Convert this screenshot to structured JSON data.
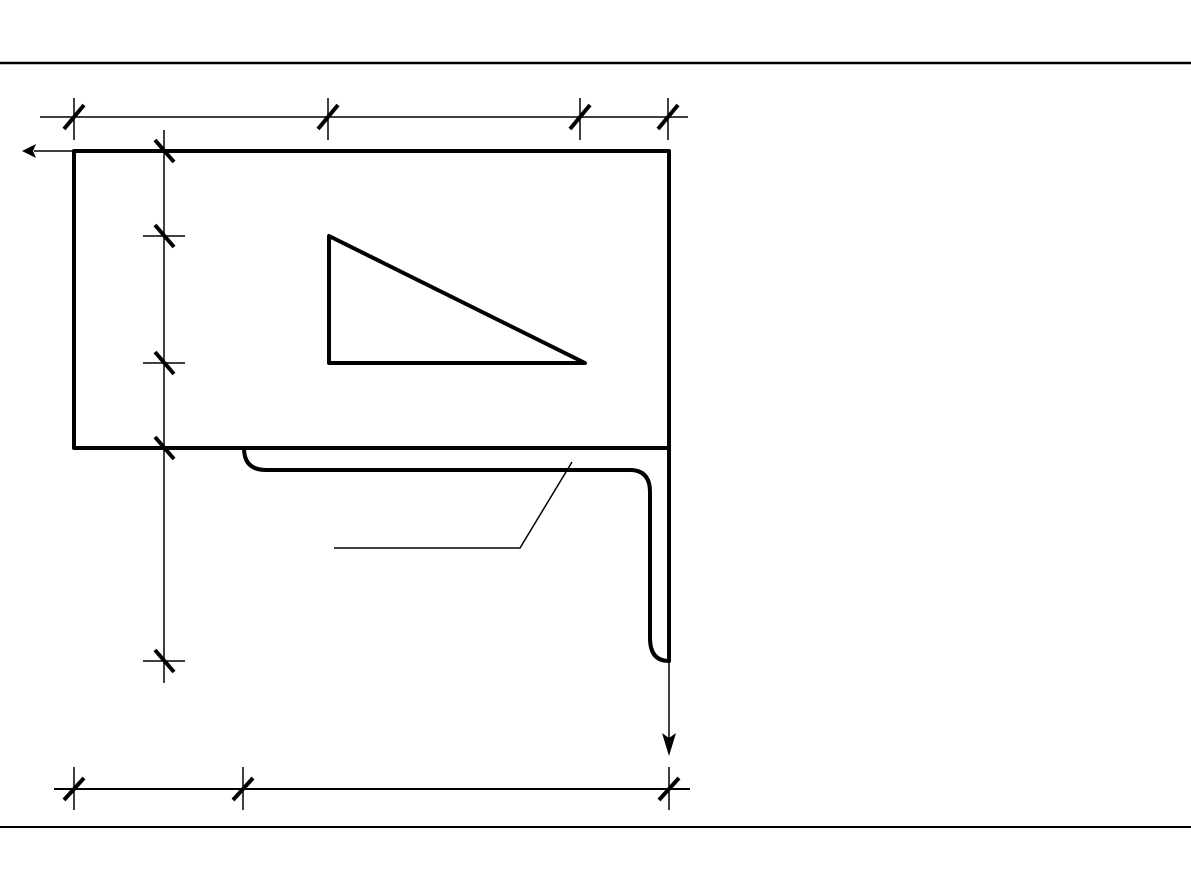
{
  "drawing": {
    "colors": {
      "line": "#000000",
      "background": "#ffffff"
    },
    "elements": [
      "frame-rules",
      "plate-rectangle",
      "triangular-cutout",
      "bent-profile",
      "leader-line",
      "dimension-lines",
      "direction-arrows"
    ]
  }
}
